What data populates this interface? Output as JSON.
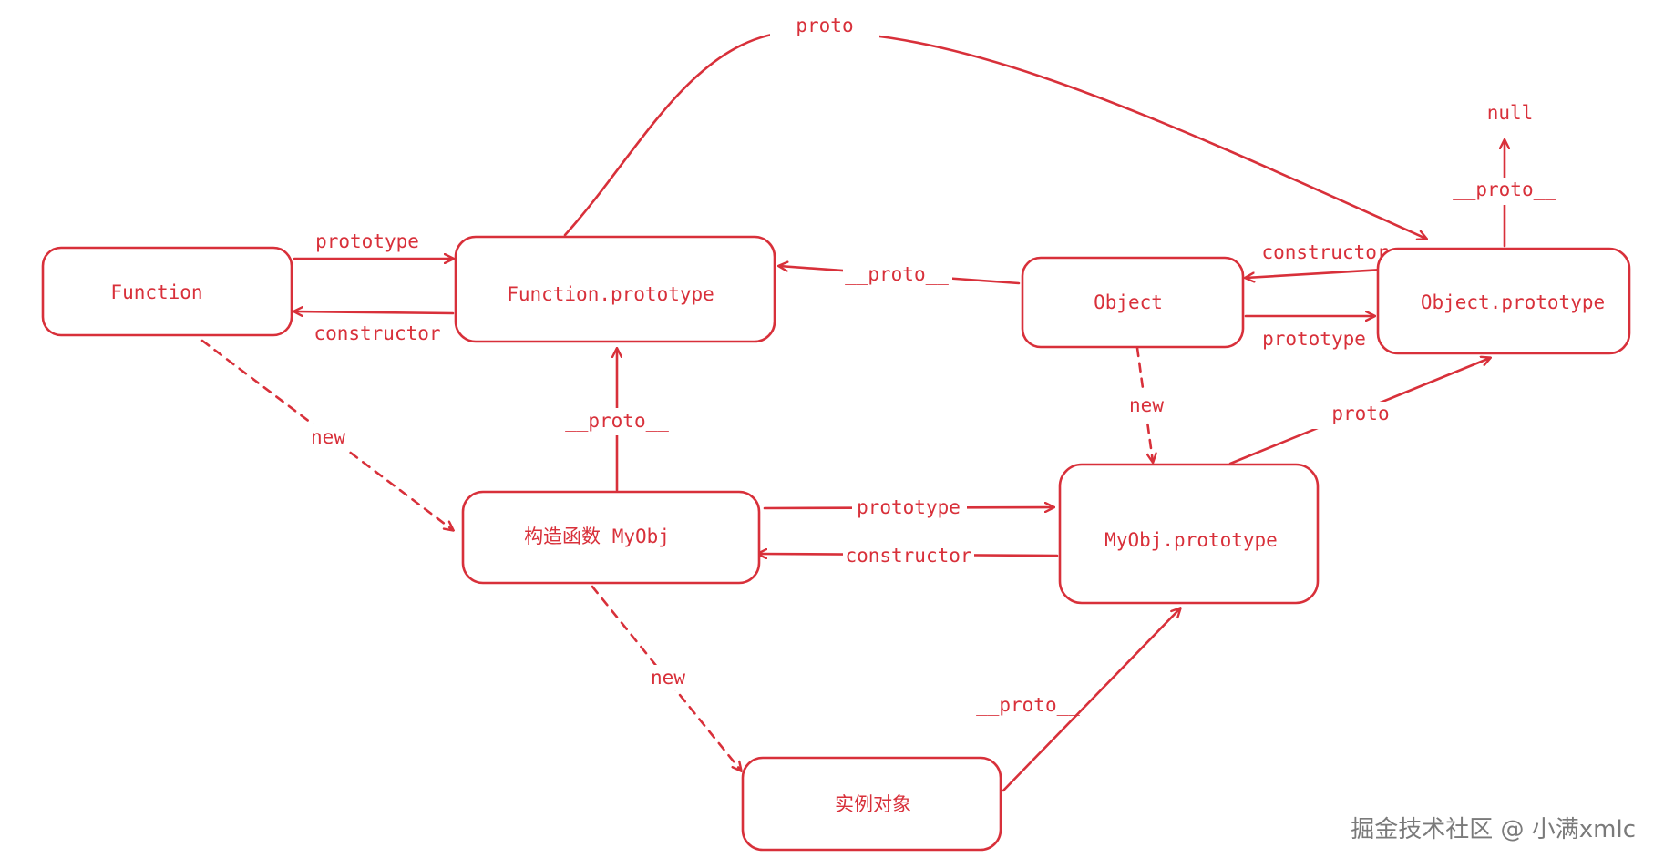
{
  "diagram": {
    "accent_color": "#d8303a",
    "nodes": {
      "function": "Function",
      "function_prototype": "Function.prototype",
      "object": "Object",
      "object_prototype": "Object.prototype",
      "myobj": "构造函数 MyObj",
      "myobj_prototype": "MyObj.prototype",
      "instance": "实例对象",
      "null": "null"
    },
    "edges": {
      "function_to_fproto": "prototype",
      "fproto_to_function": "constructor",
      "fproto_to_oproto": "__proto__",
      "object_to_fproto": "__proto__",
      "oproto_to_object": "constructor",
      "object_to_oproto": "prototype",
      "oproto_to_null": "__proto__",
      "function_to_myobj": "new",
      "myobj_to_fproto": "__proto__",
      "myobj_to_myproto": "prototype",
      "myproto_to_myobj": "constructor",
      "object_to_myproto": "new",
      "myproto_to_oproto": "__proto__",
      "myobj_to_instance": "new",
      "instance_to_myproto": "__proto__"
    }
  },
  "watermark": "掘金技术社区 @ 小满xmlc"
}
